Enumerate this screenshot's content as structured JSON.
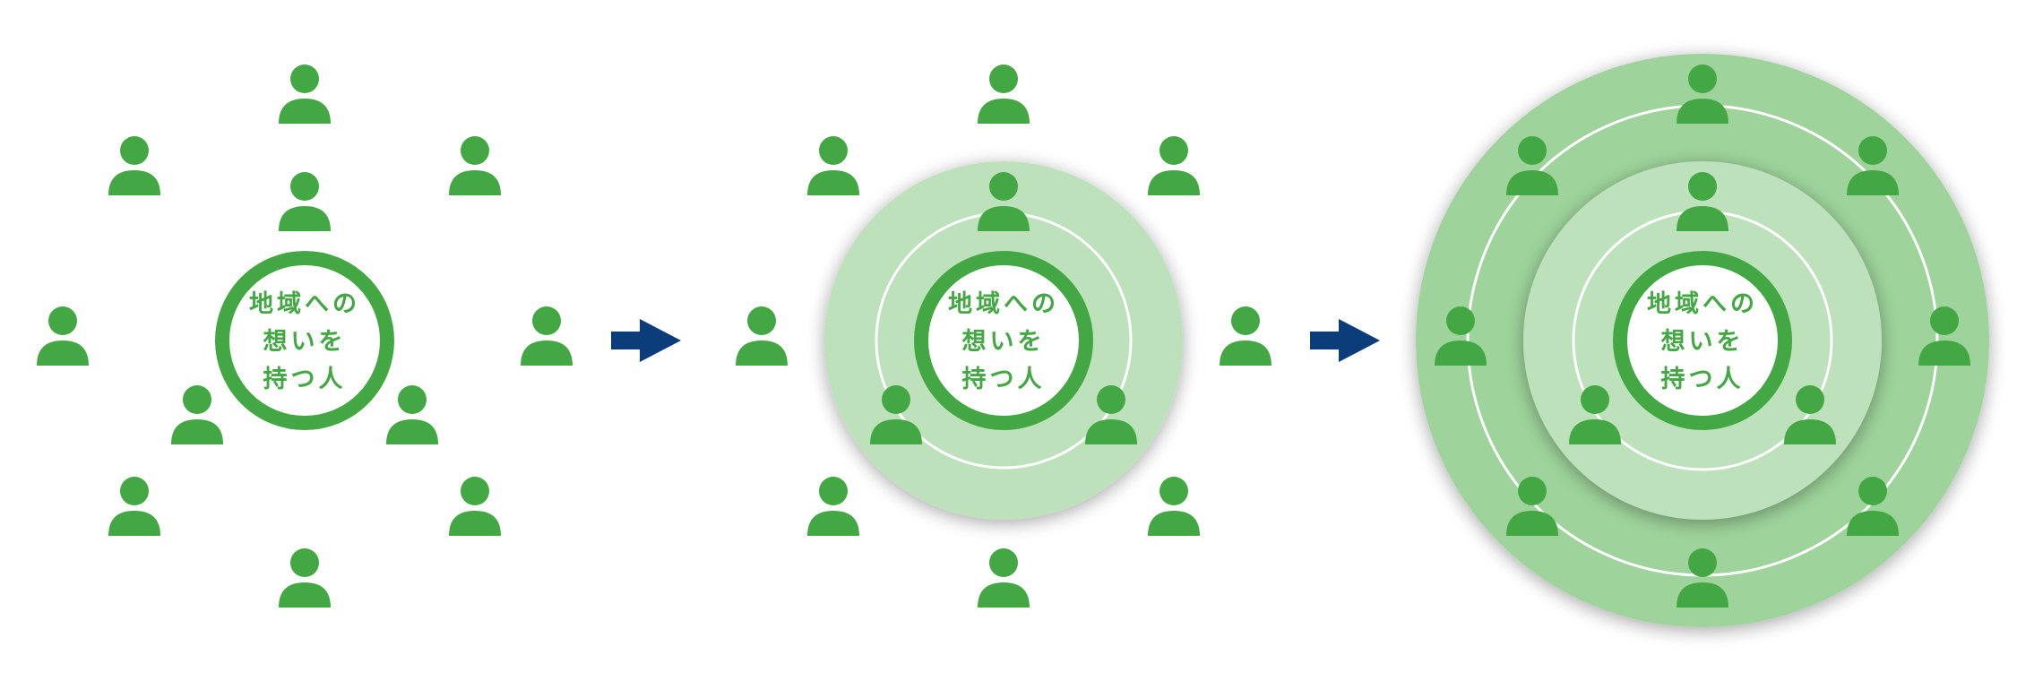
{
  "center_label": {
    "line1": "地域への",
    "line2": "想いを",
    "line3": "持つ人"
  },
  "colors": {
    "person": "#43a843",
    "core_ring": "#43a843",
    "core_fill": "#ffffff",
    "label_text": "#43a843",
    "halo_light": "#bde2bb",
    "halo_mid": "#a8d9a6",
    "halo_outer": "#9ed39b",
    "ring_line": "#ffffff",
    "arrow": "#0b3d7a"
  },
  "icons": {
    "person": "person-icon",
    "arrow": "arrow-right-icon"
  },
  "stages": [
    {
      "name": "stage-1",
      "halo": "none"
    },
    {
      "name": "stage-2",
      "halo": "inner"
    },
    {
      "name": "stage-3",
      "halo": "inner-and-outer"
    }
  ]
}
